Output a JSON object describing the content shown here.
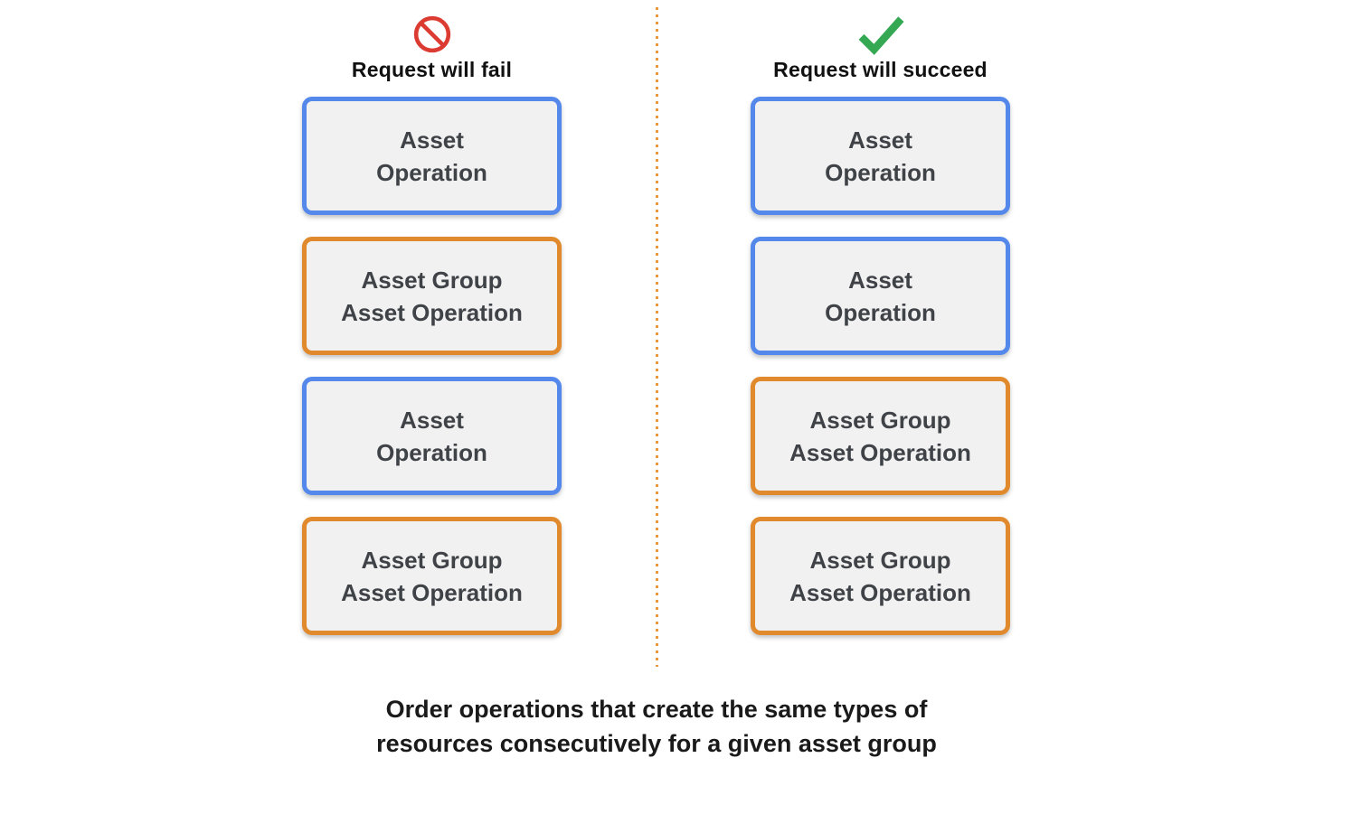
{
  "columns": {
    "fail": {
      "header": "Request will fail",
      "icon": "prohibited-icon",
      "boxes": [
        {
          "type": "asset-operation",
          "border_color": "#5588EB",
          "lines": [
            "Asset",
            "Operation"
          ]
        },
        {
          "type": "asset-group-asset-operation",
          "border_color": "#E18A2D",
          "lines": [
            "Asset Group",
            "Asset Operation"
          ]
        },
        {
          "type": "asset-operation",
          "border_color": "#5588EB",
          "lines": [
            "Asset",
            "Operation"
          ]
        },
        {
          "type": "asset-group-asset-operation",
          "border_color": "#E18A2D",
          "lines": [
            "Asset Group",
            "Asset Operation"
          ]
        }
      ]
    },
    "succeed": {
      "header": "Request will succeed",
      "icon": "check-icon",
      "boxes": [
        {
          "type": "asset-operation",
          "border_color": "#5588EB",
          "lines": [
            "Asset",
            "Operation"
          ]
        },
        {
          "type": "asset-operation",
          "border_color": "#5588EB",
          "lines": [
            "Asset",
            "Operation"
          ]
        },
        {
          "type": "asset-group-asset-operation",
          "border_color": "#E18A2D",
          "lines": [
            "Asset Group",
            "Asset Operation"
          ]
        },
        {
          "type": "asset-group-asset-operation",
          "border_color": "#E18A2D",
          "lines": [
            "Asset Group",
            "Asset Operation"
          ]
        }
      ]
    }
  },
  "caption": {
    "line1": "Order operations that create the same types of",
    "line2": "resources consecutively for a given asset group"
  },
  "colors": {
    "blue_border": "#5588EB",
    "orange_border": "#E18A2D",
    "box_background": "#F1F1F1",
    "box_text": "#3F4347",
    "fail_icon_red": "#DB3B30",
    "success_icon_green": "#34A853",
    "divider_orange": "#E8993F"
  }
}
